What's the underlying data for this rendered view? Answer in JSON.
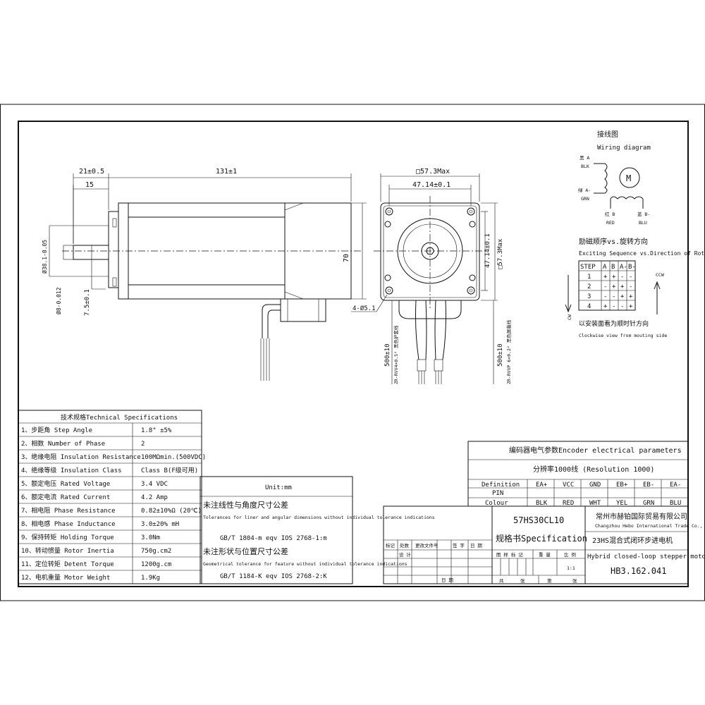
{
  "dims": {
    "d21": "21±0.5",
    "d131": "131±1",
    "d15": "15",
    "d38": "Ø38.1-0.05",
    "d8": "Ø8-0.012",
    "d75": "7.5±0.1",
    "d70": "70",
    "sq573": "□57.3Max",
    "d4714": "47.14±0.1",
    "d4714v": "47.14±0.1",
    "sq573v": "□57.3Max",
    "holes": "4-Ø5.1",
    "cable1_len": "500±10",
    "cable1_desc": "ZR-RVV4×0.5² 黑色护套线",
    "cable2_len": "500±10",
    "cable2_desc": "ZR-RVVP 6×0.2² 黑色屏蔽线"
  },
  "wiring": {
    "title_cn": "接线图",
    "title_en": "Wiring diagram",
    "a_cn": "黑 A",
    "a_en": "BLK",
    "am_cn": "绿 A-",
    "am_en": "GRN",
    "b_cn": "红 B",
    "b_en": "RED",
    "bm_cn": "蓝 B-",
    "bm_en": "BLU",
    "motor": "M"
  },
  "sequence": {
    "title_cn": "励磁顺序vs.旋转方向",
    "title_en": "Exciting Sequence vs.Direction of Rotation",
    "headers": [
      "STEP",
      "A",
      "B",
      "A-",
      "B-"
    ],
    "rows": [
      [
        "1",
        "+",
        "+",
        "-",
        "-"
      ],
      [
        "2",
        "-",
        "+",
        "+",
        "-"
      ],
      [
        "3",
        "-",
        "-",
        "+",
        "+"
      ],
      [
        "4",
        "+",
        "-",
        "-",
        "+"
      ]
    ],
    "cw": "CW",
    "ccw": "CCW",
    "note_cn": "以安装面看为顺时针方向",
    "note_en": "Clockwise view from mouting side"
  },
  "tech": {
    "title": "技术规格Technical Specifications",
    "rows": [
      {
        "label": "1、步距角 Step Angle",
        "value": "1.8° ±5%"
      },
      {
        "label": "2、相数 Number of Phase",
        "value": "2"
      },
      {
        "label": "3、绝缘电阻 Insulation Resistance",
        "value": "100MΩmin.(500VDC)"
      },
      {
        "label": "4、绝缘等级 Insulation Class",
        "value": "Class B(F级可用)"
      },
      {
        "label": "5、额定电压 Rated Voltage",
        "value": "3.4 VDC"
      },
      {
        "label": "6、额定电流 Rated Current",
        "value": "4.2 Amp"
      },
      {
        "label": "7、相电阻 Phase Resistance",
        "value": "0.82±10%Ω (20℃)"
      },
      {
        "label": "8、相电感 Phase Inductance",
        "value": "3.0±20% mH"
      },
      {
        "label": "9、保持转矩 Holding Torque",
        "value": "3.0Nm"
      },
      {
        "label": "10、转动惯量 Rotor Inertia",
        "value": "750g.cm2"
      },
      {
        "label": "11、定位转矩 Detent Torque",
        "value": "1200g.cm"
      },
      {
        "label": "12、电机重量 Motor Weight",
        "value": "1.9Kg"
      }
    ]
  },
  "tolerance": {
    "unit": "Unit:mm",
    "h1": "未注线性与角度尺寸公差",
    "h1_en": "Tolerances for liner and angular dimensions without individual tolerance indications",
    "s1": "GB/T 1804-m   eqv IOS 2768-1:m",
    "h2": "未注形状与位置尺寸公差",
    "h2_en": "Geometrical tolerance for feature without individual tolerance indications",
    "s2": "GB/T 1184-K   eqv IOS 2768-2:K"
  },
  "encoder": {
    "title": "编码器电气参数Encoder electrical parameters",
    "resolution": "分辨率1000线 (Resolution 1000)",
    "definition_label": "Definition",
    "pin_label": "PIN",
    "colour_label": "Colour",
    "definitions": [
      "EA+",
      "VCC",
      "GND",
      "EB+",
      "EB-",
      "EA-"
    ],
    "colours": [
      "BLK",
      "RED",
      "WHT",
      "YEL",
      "GRN",
      "BLU"
    ]
  },
  "titleblock": {
    "model": "57HS30CL10",
    "spec": "规格书Specification",
    "company_cn": "常州市赫铂国际贸易有限公司",
    "company_en": "Changzhou Hebo International Trade Co., Ltd",
    "product_cn": "23HS混合式闭环步进电机",
    "product_en": "Hybrid closed-loop stepper motor",
    "drawing_no": "HB3.162.041",
    "rev_headers": [
      "标记",
      "处数",
      "更改文件号",
      "签 字",
      "日 期"
    ],
    "design": "设 计",
    "date": "日 期",
    "stage_headers": [
      "图 样 标 记",
      "重 量",
      "比 例"
    ],
    "scale": "1:1",
    "sheets": [
      "共",
      "张",
      "第",
      "张"
    ]
  }
}
